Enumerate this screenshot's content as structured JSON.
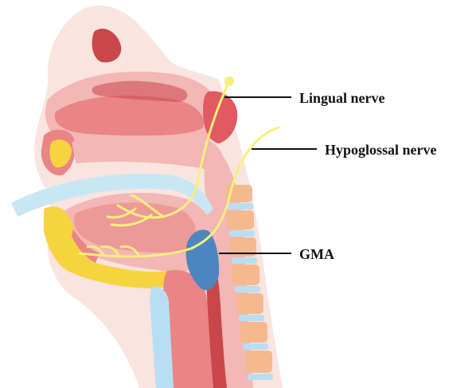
{
  "labels": {
    "lingual": "Lingual nerve",
    "hypoglossal": "Hypoglossal nerve",
    "gma": "GMA"
  },
  "colors": {
    "background": "#ffffff",
    "skin": "#f9e4e0",
    "tissue_pink": "#f3b7b5",
    "tissue_red": "#e98585",
    "deep_red": "#c9464b",
    "nasal_cavity": "#e15a61",
    "nerve_yellow": "#f7ef7a",
    "bone_yellow": "#f5d43f",
    "vertebra_orange": "#f5b98e",
    "disc_blue": "#b9def3",
    "tube_blue": "#c9e6f5",
    "gma_blue": "#4c86c0",
    "leader_line": "#111111"
  }
}
